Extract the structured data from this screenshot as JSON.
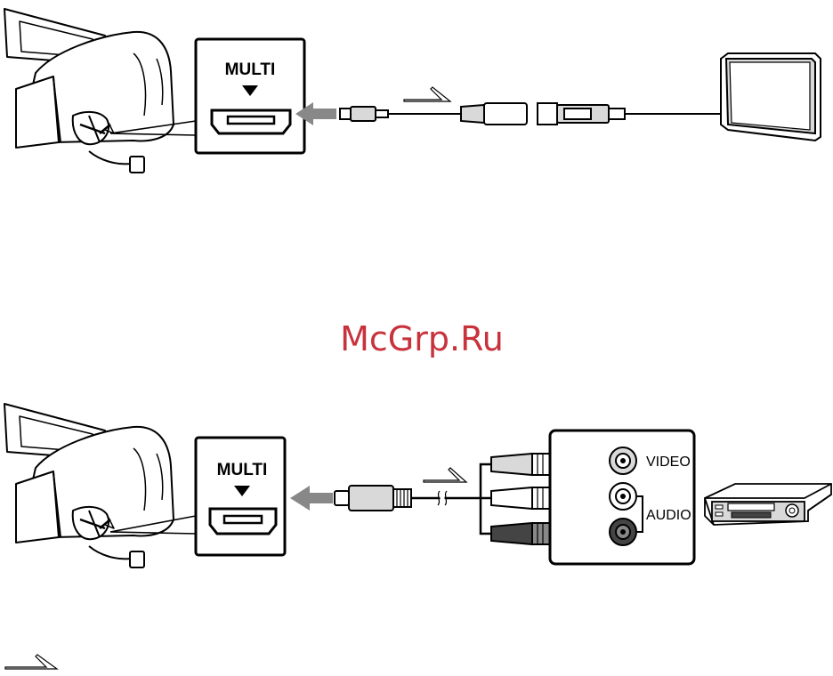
{
  "watermark": {
    "text": "McGrp.Ru",
    "color": "#c8323c"
  },
  "top_diagram": {
    "port_label": "MULTI",
    "icons": [
      "camcorder-icon",
      "multi-port-icon",
      "hdmi-adapter-icon",
      "tv-icon"
    ]
  },
  "bottom_diagram": {
    "port_label": "MULTI",
    "video_label": "VIDEO",
    "audio_label": "AUDIO",
    "icons": [
      "camcorder-icon",
      "multi-port-icon",
      "av-cable-icon",
      "rca-jack-icon",
      "vcr-icon"
    ]
  },
  "legend": {
    "icons": [
      "signal-flow-arrow-icon"
    ]
  },
  "colors": {
    "line": "#000000",
    "connect_arrow": "#888888",
    "body_gray": "#d9d9d9",
    "dark_gray": "#444444"
  }
}
